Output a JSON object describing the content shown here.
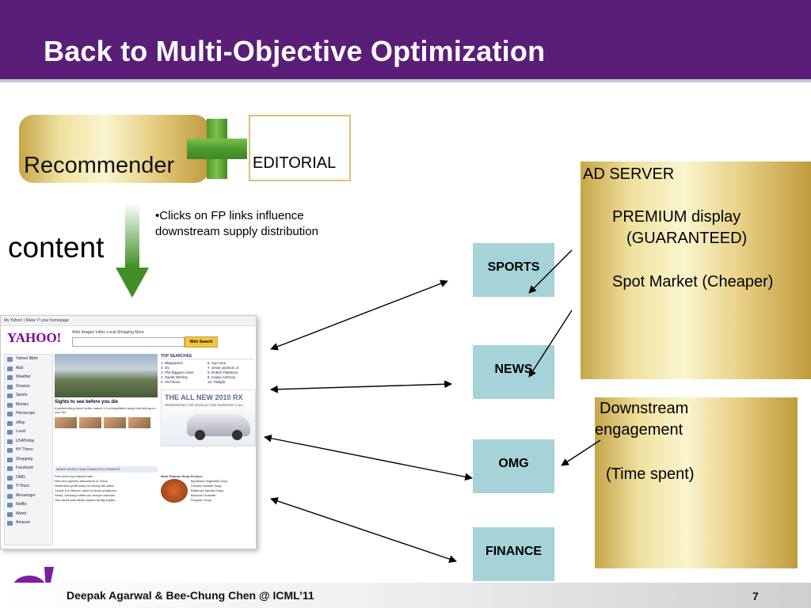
{
  "slide": {
    "title": "Back to Multi-Objective Optimization",
    "recommender_label": "Recommender",
    "editorial_label": "EDITORIAL",
    "content_label": "content",
    "note": "•Clicks on FP links influence downstream supply distribution",
    "ad_server": {
      "heading": "AD SERVER",
      "line1": "PREMIUM display",
      "line2": "(GUARANTEED)",
      "line3": "Spot Market (Cheaper)"
    },
    "downstream": {
      "line1": "Downstream",
      "line2": "engagement",
      "line3": "(Time spent)"
    },
    "categories": [
      "SPORTS",
      "NEWS",
      "OMG",
      "FINANCE"
    ],
    "footer": {
      "author": "Deepak Agarwal & Bee-Chung Chen @ ICML’11",
      "page_number": "7"
    },
    "colors": {
      "title_bar": "#5a1e78",
      "category_box": "#a6d3d8",
      "plus_green": "#5fa83a"
    }
  },
  "screenshot": {
    "logo": "YAHOO!",
    "search_button": "Web Search",
    "search_tabs": "Web  Images  Video  Local  Shopping  More",
    "sidebar_items": [
      "Yahoo! Bible",
      "Mail",
      "Weather",
      "Finance",
      "Sports",
      "Movies",
      "Horoscope",
      "eBay",
      "Local",
      "USAToday",
      "NY Times",
      "Shopping",
      "Facebook",
      "OMG",
      "Y! Buzz",
      "Messenger",
      "Netflix",
      "Wired",
      "Amazon"
    ],
    "feature_title": "Sights to see before you die",
    "feature_text": "A globetrotting travel writer names 10 unforgettable spots that belong on your list.",
    "news_tabs": "NEWS  WORLD  SAN FRANCISCO  FINANCE",
    "news_items": [
      "Fell lovers key interest rate",
      "New bird species discovered in China",
      "Nintendo's profit soars on strong Wii sales",
      "'Leave it to Beaver' actor to show sculptures",
      "Study: Drinking coffee can reduce chances",
      "Two faced lawn likely caused by big impact"
    ],
    "top_searches_title": "TOP SEARCHES",
    "top_searches_left": [
      "1. Blagojevich",
      "2. xfx",
      "3. The Biggest Loser",
      "4. Oprah Winfrey",
      "5. Oil Prices"
    ],
    "top_searches_right": [
      "6. Jay Leno",
      "7. Jesse Jackson Jr",
      "8. Robert Pattinson",
      "9. Casey Anthony",
      "10. Twilight"
    ],
    "ad_title": "THE ALL NEW 2010 RX",
    "ad_text": "REINVENTING THE VEHICLE THAT INVENTED IT ALL",
    "spotlight_title": "Most Popular Soup Recipes",
    "spotlight_items": [
      "Big Batch Vegetable Soup",
      "Chicken Noodle Soup",
      "Butternut Squash Soup",
      "Broccoli Chowder",
      "Pumpkin Soup"
    ]
  }
}
